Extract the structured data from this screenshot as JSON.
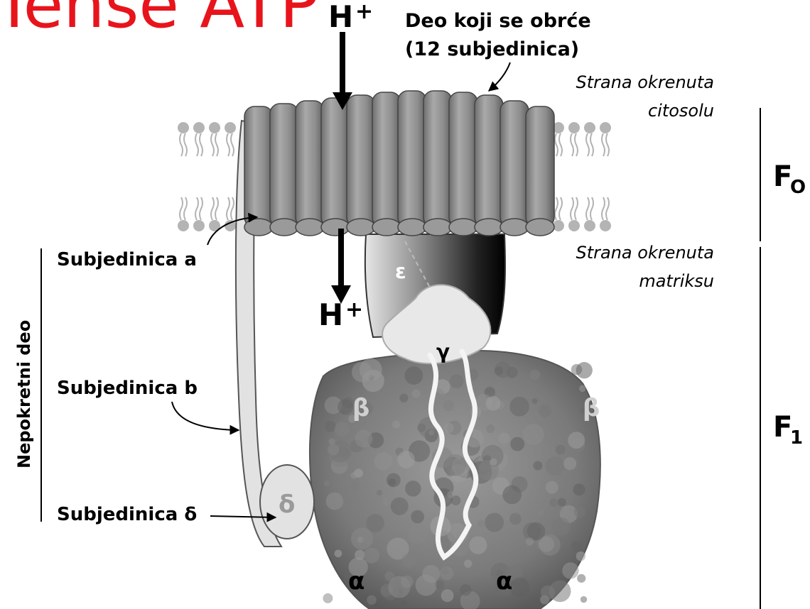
{
  "header_fragment": "Tense ATP",
  "proton_top": "H",
  "proton_bottom": "H",
  "proton_charge": "+",
  "rotor_label_line1": "Deo koji se obrće",
  "rotor_label_line2": "(12 subjedinica)",
  "side_cytosol_line1": "Strana okrenuta",
  "side_cytosol_line2": "citosolu",
  "side_matrix_line1": "Strana okrenuta",
  "side_matrix_line2": "matriksu",
  "fo_label": "F",
  "fo_sub": "O",
  "f1_label": "F",
  "f1_sub": "1",
  "stator_label": "Nepokretni deo",
  "subunit_a": "Subjedinica a",
  "subunit_b": "Subjedinica b",
  "subunit_delta": "Subjedinica δ",
  "greek_epsilon": "ε",
  "greek_gamma": "γ",
  "greek_beta_left": "β",
  "greek_beta_right": "β",
  "greek_alpha_left": "α",
  "greek_alpha_right": "α",
  "greek_delta": "δ",
  "colors": {
    "header_red": "#e8141c",
    "rotor_gray": "#8c8c8c",
    "membrane_gray": "#b4b4b4",
    "f1_gray": "#7d7d7d",
    "stalk_light": "#e2e2e2",
    "text": "#000000"
  }
}
